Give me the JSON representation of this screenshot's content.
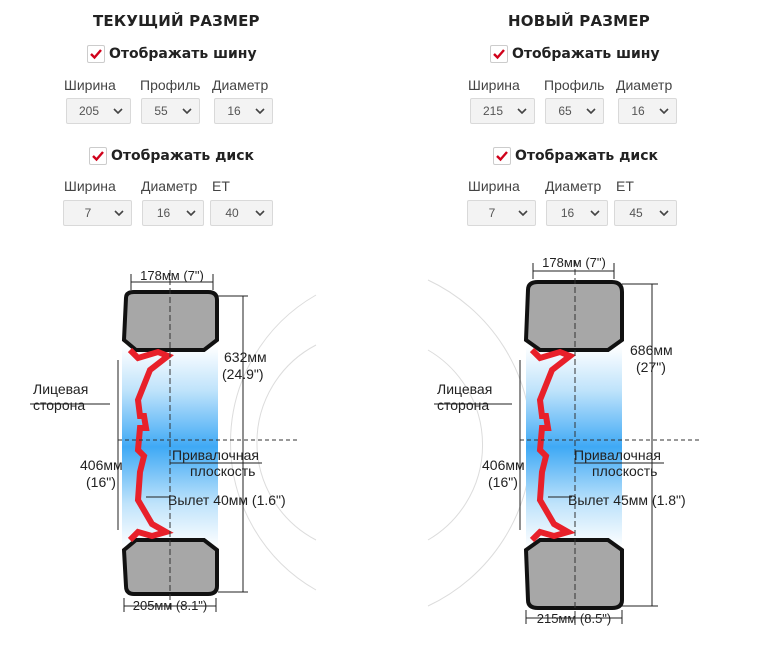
{
  "left": {
    "title": "ТЕКУЩИЙ РАЗМЕР",
    "tire_checkbox": "Отображать шину",
    "tire_labels": [
      "Ширина",
      "Профиль",
      "Диаметр"
    ],
    "tire_values": [
      "205",
      "55",
      "16"
    ],
    "rim_checkbox": "Отображать диск",
    "rim_labels": [
      "Ширина",
      "Диаметр",
      "ET"
    ],
    "rim_values": [
      "7",
      "16",
      "40"
    ],
    "diagram": {
      "top_width": "178мм (7\")",
      "outer_diam": "632мм",
      "outer_diam_in": "(24.9\")",
      "face_label_1": "Лицевая",
      "face_label_2": "сторона",
      "rim_diam": "406мм",
      "rim_diam_in": "(16\")",
      "mount_label_1": "Привалочная",
      "mount_label_2": "плоскость",
      "offset": "Вылет 40мм (1.6\")",
      "bottom_width": "205мм (8.1\")"
    }
  },
  "right": {
    "title": "НОВЫЙ РАЗМЕР",
    "tire_checkbox": "Отображать шину",
    "tire_labels": [
      "Ширина",
      "Профиль",
      "Диаметр"
    ],
    "tire_values": [
      "215",
      "65",
      "16"
    ],
    "rim_checkbox": "Отображать диск",
    "rim_labels": [
      "Ширина",
      "Диаметр",
      "ET"
    ],
    "rim_values": [
      "7",
      "16",
      "45"
    ],
    "diagram": {
      "top_width": "178мм (7\")",
      "outer_diam": "686мм",
      "outer_diam_in": "(27\")",
      "face_label_1": "Лицевая",
      "face_label_2": "сторона",
      "rim_diam": "406мм",
      "rim_diam_in": "(16\")",
      "mount_label_1": "Привалочная",
      "mount_label_2": "плоскость",
      "offset": "Вылет 45мм (1.8\")",
      "bottom_width": "215мм (8.5\")"
    }
  },
  "colors": {
    "check": "#d0021b",
    "rim_red": "#e8202a",
    "tire_gray": "#a7a7a7",
    "tire_outline": "#111111",
    "hub_blue": "#3fa9f5"
  }
}
